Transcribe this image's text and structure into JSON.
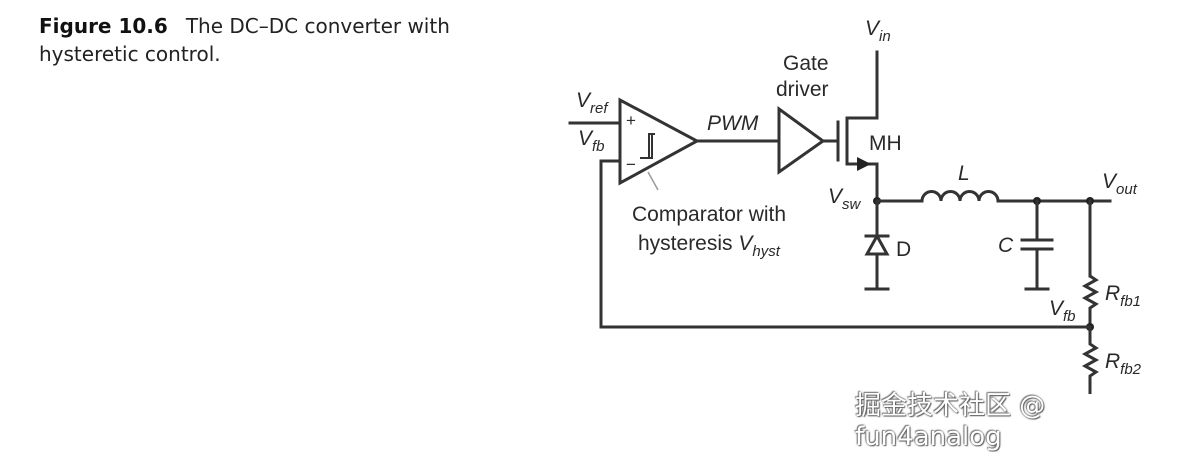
{
  "caption": {
    "figure_label": "Figure 10.6",
    "text": "The DC–DC converter with hysteretic control."
  },
  "diagram": {
    "labels": {
      "vref": {
        "main": "V",
        "sub": "ref"
      },
      "vfb_in": {
        "main": "V",
        "sub": "fb"
      },
      "plus": "+",
      "minus": "−",
      "pwm": "PWM",
      "gate_driver_line1": "Gate",
      "gate_driver_line2": "driver",
      "vin": {
        "main": "V",
        "sub": "in"
      },
      "mh": "MH",
      "vsw": {
        "main": "V",
        "sub": "sw"
      },
      "inductor": "L",
      "vout": {
        "main": "V",
        "sub": "out"
      },
      "diode": "D",
      "capacitor": "C",
      "rfb1": {
        "main": "R",
        "sub": "fb1"
      },
      "rfb2": {
        "main": "R",
        "sub": "fb2"
      },
      "vfb_node": {
        "main": "V",
        "sub": "fb"
      },
      "comparator_line1": "Comparator with",
      "comparator_line2": "hysteresis ",
      "vhyst": {
        "main": "V",
        "sub": "hyst"
      }
    }
  },
  "watermark": "掘金技术社区 @ fun4analog"
}
